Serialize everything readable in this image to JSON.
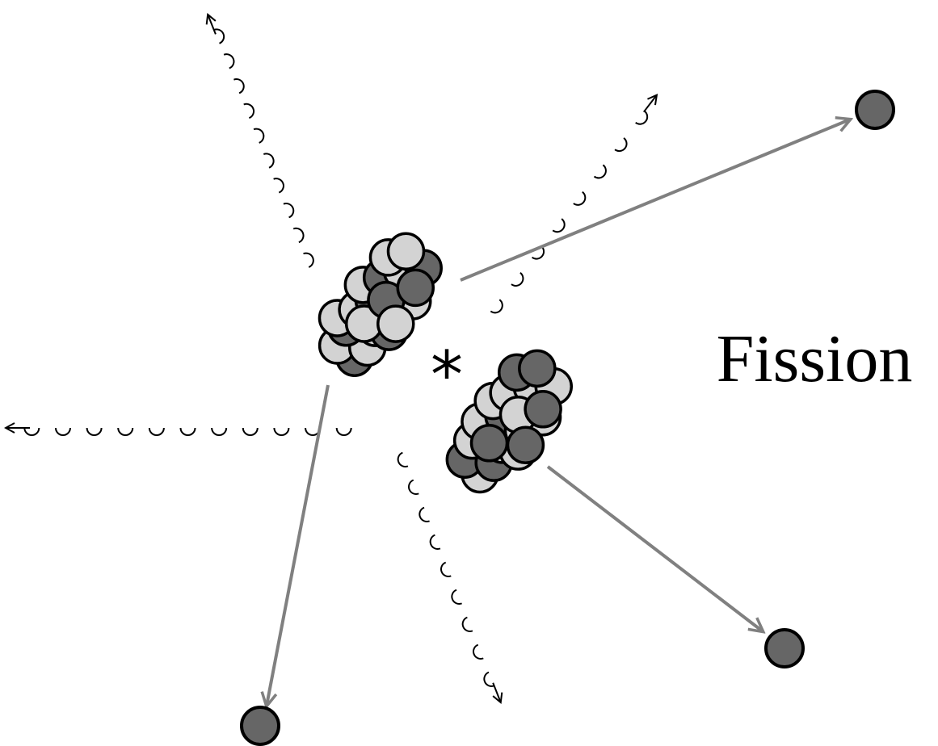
{
  "diagram": {
    "label": "Fission",
    "excitation_symbol": "*",
    "colors": {
      "neutron": "#666666",
      "proton_light": "#d3d3d3",
      "outline": "#000000",
      "neutron_track": "#808080",
      "gamma_wave": "#000000"
    },
    "elements": {
      "fragments": 2,
      "emitted_neutrons": 3,
      "gamma_rays": 4
    }
  }
}
